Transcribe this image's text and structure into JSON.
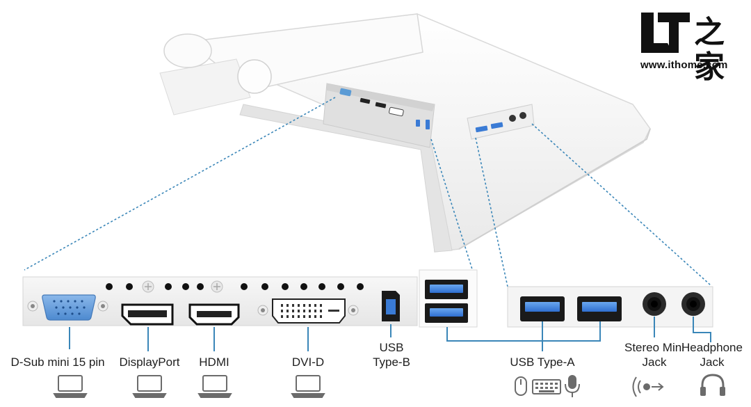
{
  "logo": {
    "mark": "IT",
    "chinese": "之家",
    "url": "www.ithome.com"
  },
  "ports": [
    {
      "id": "dsub",
      "label": "D-Sub mini 15 pin",
      "device_icon": "laptop-icon"
    },
    {
      "id": "displayport",
      "label": "DisplayPort",
      "device_icon": "laptop-icon"
    },
    {
      "id": "hdmi",
      "label": "HDMI",
      "device_icon": "laptop-icon"
    },
    {
      "id": "dvid",
      "label": "DVI-D",
      "device_icon": "laptop-icon"
    },
    {
      "id": "usb_b",
      "label_line1": "USB",
      "label_line2": "Type-B"
    },
    {
      "id": "usb_a",
      "label": "USB Type-A",
      "device_icons": [
        "mouse-icon",
        "keyboard-icon",
        "microphone-icon"
      ]
    },
    {
      "id": "stereo",
      "label_line1": "Stereo Mini",
      "label_line2": "Jack",
      "device_icon": "audio-signal-icon"
    },
    {
      "id": "headphone",
      "label_line1": "Headphone",
      "label_line2": "Jack",
      "device_icon": "headphone-icon"
    }
  ],
  "colors": {
    "leader_line": "#3a86b8",
    "vga_port": "#5b9bd5",
    "usb_port": "#3a7bd5",
    "panel": "#f2f2f2",
    "monitor": "#f7f7f7"
  }
}
